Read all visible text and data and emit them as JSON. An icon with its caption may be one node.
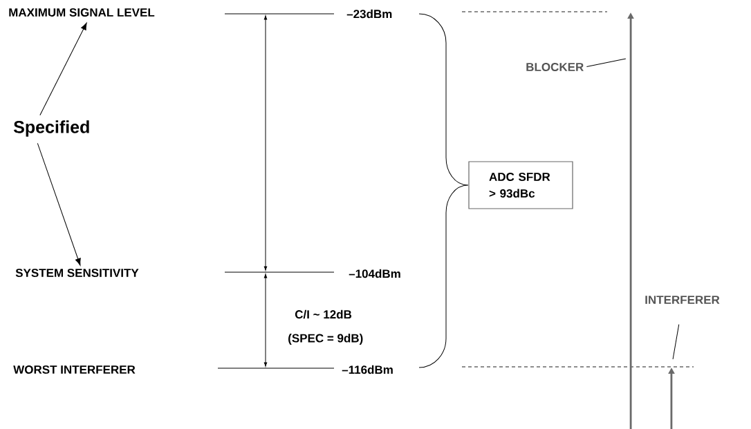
{
  "diagram": {
    "nodes": [
      {
        "text": [
          "MAXIMUM SIGNAL LEVEL"
        ]
      },
      {
        "text": [
          "Specified"
        ]
      },
      {
        "text": [
          "SYSTEM SENSITIVITY"
        ]
      },
      {
        "text": [
          "WORST INTERFERER"
        ]
      },
      {
        "text": [
          "ADC SFDR > 93dBc"
        ]
      },
      {
        "text": [
          "BLOCKER"
        ]
      },
      {
        "text": [
          "INTERFERER"
        ]
      },
      {
        "text": [],
        "shape": "arrow"
      },
      {
        "text": [],
        "shape": "arrow"
      }
    ],
    "edges": [
      {
        "from": 1,
        "to": 0,
        "arrow": "to"
      },
      {
        "from": 1,
        "to": 2,
        "arrow": "to"
      },
      {
        "from": 5,
        "to": 7,
        "arrow": "none"
      },
      {
        "from": 6,
        "to": 8,
        "arrow": "none"
      }
    ],
    "labels": [
      "–23dBm",
      "–104dBm",
      "–116dBm",
      "C/I ~ 12dB",
      "(SPEC = 9dB)"
    ]
  }
}
